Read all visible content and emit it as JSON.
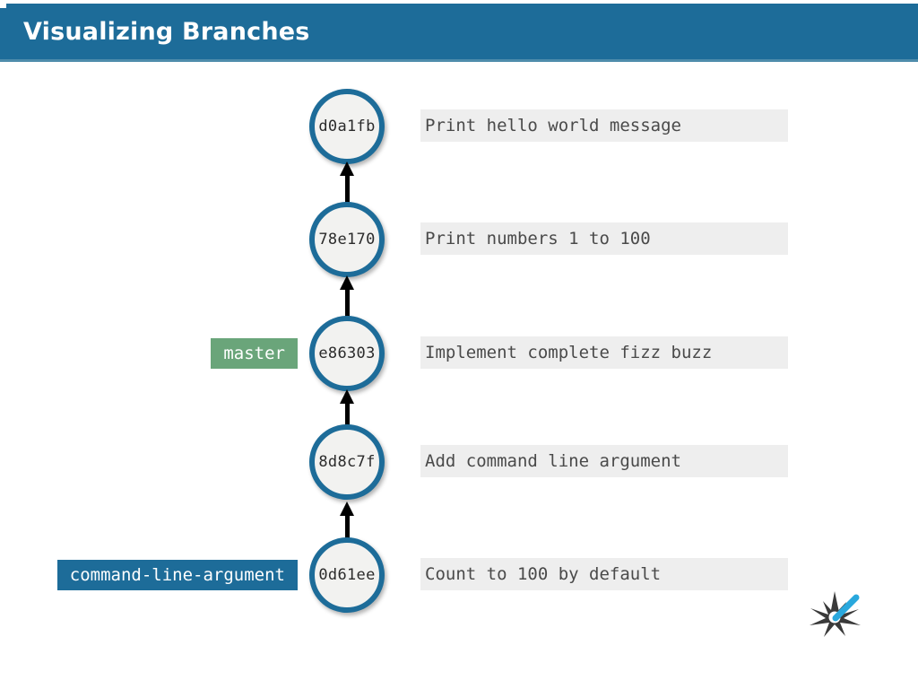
{
  "slide": {
    "title": "Visualizing Branches",
    "title_bar_color": "#1d6c99",
    "background_color": "#ffffff"
  },
  "colors": {
    "banner": "#1d6c99",
    "node_ring": "#1d6c99",
    "node_fill": "#f2f2f0",
    "message_bg": "#eeeeee",
    "message_text": "#4a4a4a",
    "master_label_bg": "#6aa57a",
    "feature_label_bg": "#1d6c99",
    "arrow": "#000000",
    "logo_star": "#3a3a3a",
    "logo_stroke": "#29a8dd"
  },
  "commits": [
    {
      "hash": "d0a1fb",
      "message": "Print hello world message",
      "branch_label": null
    },
    {
      "hash": "78e170",
      "message": "Print numbers 1 to 100",
      "branch_label": null
    },
    {
      "hash": "e86303",
      "message": "Implement complete fizz buzz",
      "branch_label": "master"
    },
    {
      "hash": "8d8c7f",
      "message": "Add command line argument",
      "branch_label": null
    },
    {
      "hash": "0d61ee",
      "message": "Count to 100 by default",
      "branch_label": "command-line-argument"
    }
  ],
  "logo": {
    "name": "starburst-logo"
  }
}
